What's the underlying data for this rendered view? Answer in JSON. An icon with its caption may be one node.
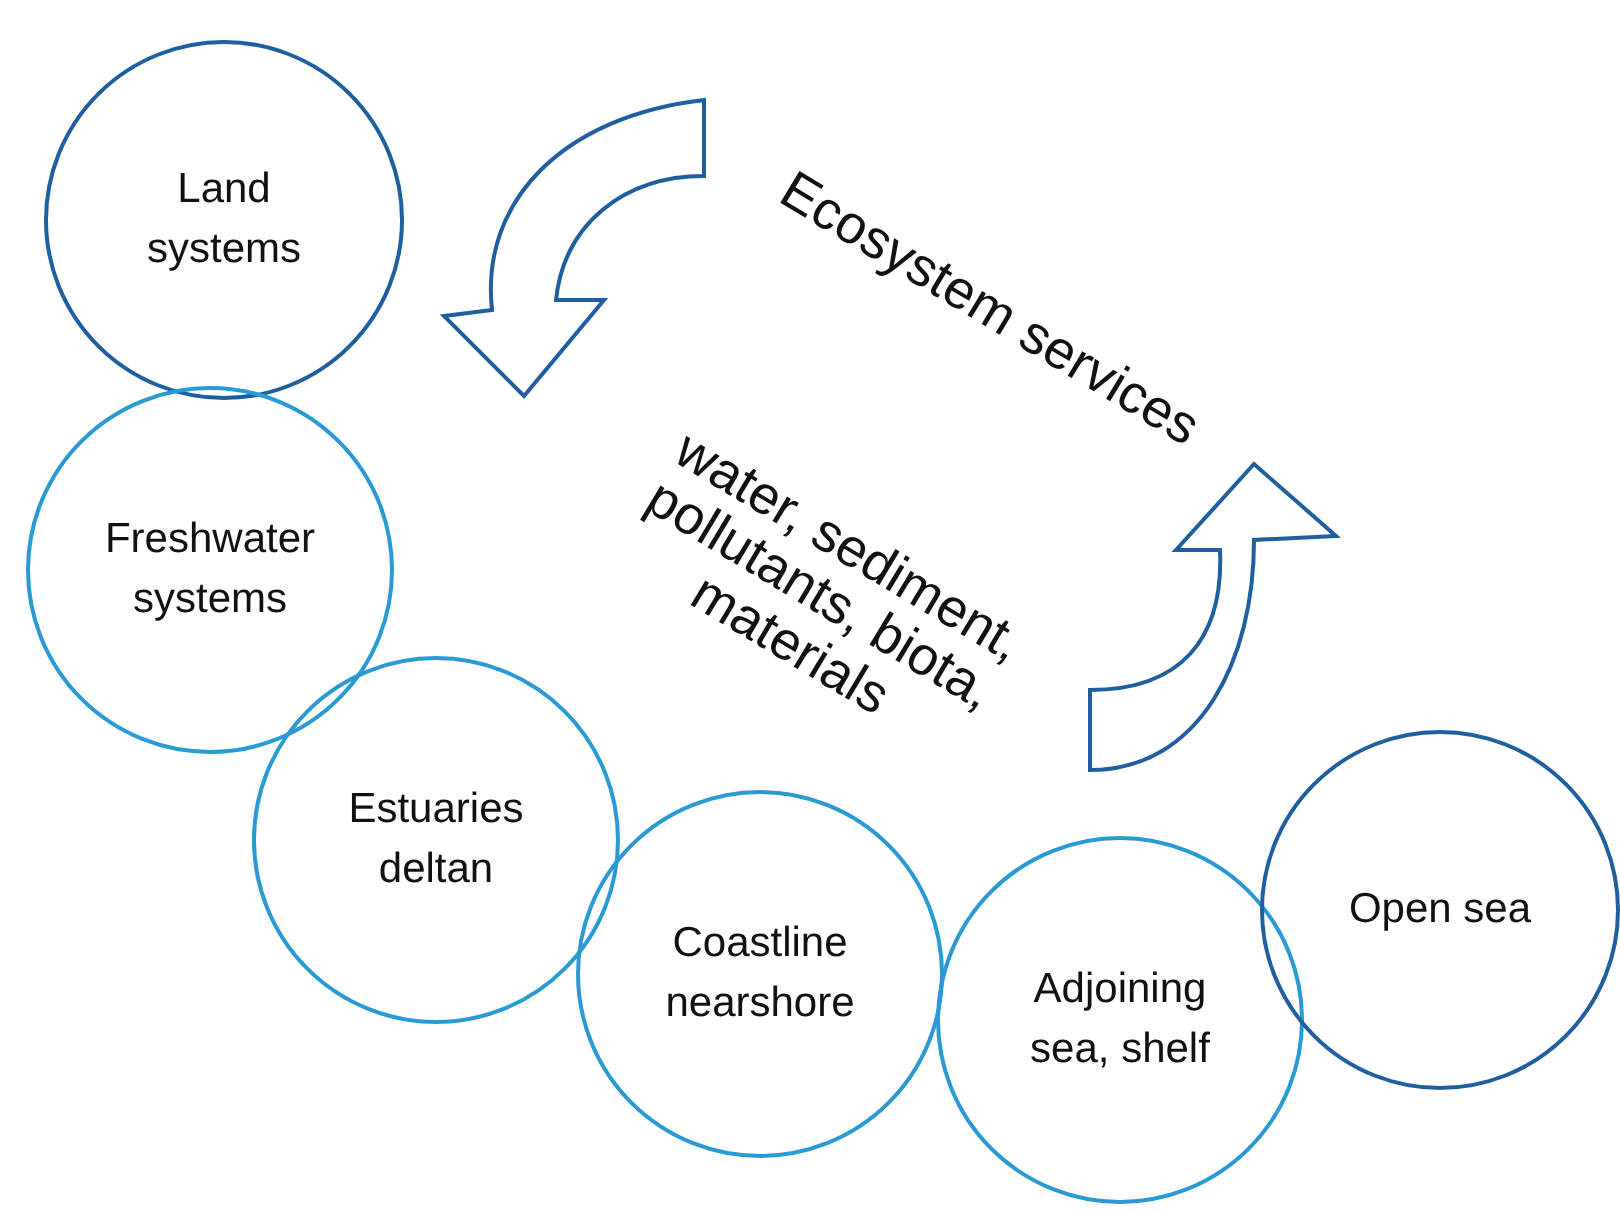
{
  "diagram": {
    "nodes": [
      {
        "text": [
          "Land systems"
        ]
      },
      {
        "text": [
          "Freshwater systems"
        ]
      },
      {
        "text": [
          "Estuaries deltan"
        ]
      },
      {
        "text": [
          "Coastline nearshore"
        ]
      },
      {
        "text": [
          "Adjoining sea, shelf"
        ]
      },
      {
        "text": [
          "Open sea"
        ]
      }
    ],
    "edges": [],
    "labels": [
      "Ecosystem services",
      "water, sediment, pollutants, biota, materials"
    ]
  }
}
